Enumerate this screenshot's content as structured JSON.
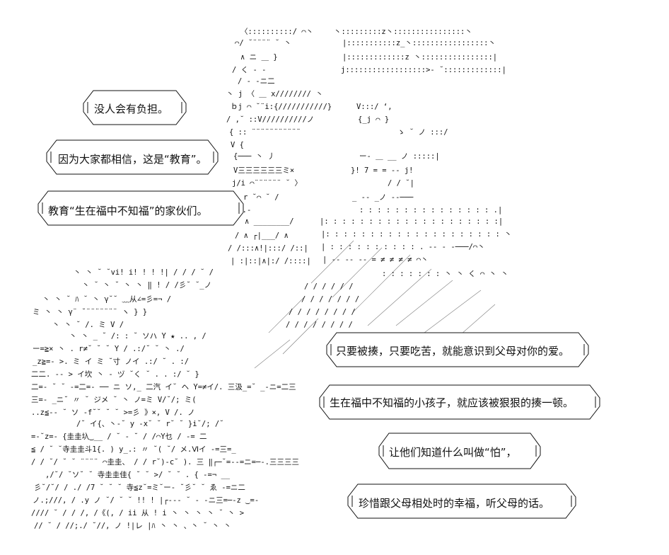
{
  "colors": {
    "ink": "#111111",
    "background": "#ffffff"
  },
  "bubbles": [
    {
      "id": "b1",
      "text": "没人会有负担。"
    },
    {
      "id": "b2",
      "text": "因为大家都相信，这是“教育”。"
    },
    {
      "id": "b3",
      "text": "教育“生在福中不知福”的家伙们。"
    },
    {
      "id": "b4",
      "text": "只要被揍，只要吃苦，就能意识到父母对你的爱。"
    },
    {
      "id": "b5",
      "text": "生在福中不知福的小孩子，就应该被狠狠的揍一顿。"
    },
    {
      "id": "b6",
      "text": "让他们知道什么叫做“怕”，"
    },
    {
      "id": "b7",
      "text": "珍惜跟父母相处时的幸福，听父母的话。"
    }
  ],
  "art_fragments": [
    {
      "text": "〈::::::::::/ ⌒丶"
    },
    {
      "text": "丶:::::::::z丶::::::::::::::::丶"
    },
    {
      "text": "⌒/ ˘¨¨¨¨ ˘ 丶"
    },
    {
      "text": "|:::::::::::z_丶:::::::::::::::::丶"
    },
    {
      "text": "∧  ニ   ＿ }"
    },
    {
      "text": "|:::::::::::::z  丶::::::::::::::::|"
    },
    {
      "text": "/ く   ‐  -"
    },
    {
      "text": "j::::::::::::::::::>- ˘:::::::::::::|"
    },
    {
      "text": "/     ‐ -ニ二"
    },
    {
      "text": "丶 j  〈 ＿ x//////// 丶"
    },
    {
      "text": "ｂj ⌒ ˘¨i:{///////////}"
    },
    {
      "text": "V:::/         ‘,"
    },
    {
      "text": "/ ,˘  ::V//////////ノ"
    },
    {
      "text": "{_j      ⌒ }"
    },
    {
      "text": "{   ::   ¨¨¨¨¨¨¨¨¨¨¨"
    },
    {
      "text": "ゝ ˘ ノ :::/"
    },
    {
      "text": "V    {"
    },
    {
      "text": "{─── 丶 丿"
    },
    {
      "text": "ー‐ ＿ __ ノ :::::|"
    },
    {
      "text": "V三三三三三三ミ×"
    },
    {
      "text": "}!     7 = = -‐  j!"
    },
    {
      "text": "j/i   ⌒¨¨¨¨¨¨ ˘ 〉"
    },
    {
      "text": "/    /  ˘|"
    },
    {
      "text": "r  ˘⌒ ˘           /"
    },
    {
      "text": "_  -‐ _ノ   -‐───"
    },
    {
      "text": "|                  .‐"
    },
    {
      "text": ": : : : : : : : : : : : : : : .|"
    },
    {
      "text": "∧   ________/"
    },
    {
      "text": "|: : : : : : : : : : : : : : : : : : : :|"
    },
    {
      "text": "/  ∧    ┌|___/   ∧"
    },
    {
      "text": "|: : : : : : : : : : : : : : : : : : : : 丶"
    },
    {
      "text": "/  /:::∧!|:::/  /::|"
    },
    {
      "text": "| : : : : : : : : : : .  -‐ -        -───/⌒丶"
    },
    {
      "text": "| :|::|∧|:/  /::::|"
    },
    {
      "text": "|   ‐‐  -‐  -‐ = ≠ ≠ ≠ ≠ ⌒丶"
    },
    {
      "text": "丶 丶  ˘ ˘vi! i! ! ! !| / / / ˘ /"
    },
    {
      "text": ": : : : : : : 丶 丶 く ⌒ 丶  丶"
    },
    {
      "text": "丶 ˘ 丶  ˘ 丶 丶 ‖   ! / /彡˘ ˘_ノ"
    },
    {
      "text": "/  /  /  /  / /"
    },
    {
      "text": "丶 丶 ˘ ﾊ  ˘ 丶 γ˘˘ ﹏从∠=彡=¬ /"
    },
    {
      "text": "/ /  / /  / / /"
    },
    {
      "text": "ミ 丶 丶    γ¨  ˘¨¨¨¨¨¨¨ ヽ  } }"
    },
    {
      "text": "/ /  / /  / / / /"
    },
    {
      "text": "丶  丶  ˘  /. ミ    V  /"
    },
    {
      "text": "/ /  / /  / / / /"
    },
    {
      "text": "丶 丶  _ ˘ /: : ˘ ソハ    Y ★ ..  ,  /"
    },
    {
      "text": "ー=≧×  丶 .   r≠˘  ˘ ˘ Y      /    .:/˘ ˘ 丶 ./"
    },
    {
      "text": "_z≧=-  >.   ミ イ ミ   ˘寸 ノイ    .:/  ˘  .  :/"
    },
    {
      "text": "二二.  -‐   > イ坎 丶 ‐ ヅ  ˘く ˘ . . :/   ˘  }"
    },
    {
      "text": "二=‐ ˘ ˘ ‐=二=‐ ── ニ  ソ,_ 二汽 イ˘  ヘ Y=≠イ/.     三汲_=˘ _-ニ=二三"
    },
    {
      "text": "三=‐  _ニ˘ 〃 ˘ ジメ ˘ 丶 ノ=ミ   V/˘/;     ミ("
    },
    {
      "text": "..z≦-‐ ˘ ソ -f˘˘ ˘  ˘ >=彡  》×, V /.        ノ"
    },
    {
      "text": "/˘ イ{、丶‐˘ y  ‐x˘ ˘ r˘ ˘ }i˘/;    /˘"
    },
    {
      "text": "=-˘z=-  {圭圭圦‿__ / ˘  ‐ ˘ /  /⌒Y乜 /     -= 二"
    },
    {
      "text": "≦ / ˘    ˘寺圭圭斗1{. ) y_.: 〃 ˘( ˘/ メ.Ⅵイ    -=三=_"
    },
    {
      "text": "/ / ˘/ ˘    ˘ ¨¨¨¨ ⌒圭圭、 / / r˘)‐c˘ ). 三 ‖┌─˘=-‐=ニ=─-.三三三三"
    },
    {
      "text": ",/˘/  ˘ソ˘      ˘ 寺圭圭佳{ ˘ ˘ >/ ˘ ˘ . {  -=¬  __"
    },
    {
      "text": "彡˘/˘/   /   ./   /7 ˘ ˘ ˘ 寺≦z˘=ミ˘ー‐ ˘彡˘  ˘  ゑ    -=ニ二"
    },
    {
      "text": "ノ.;///, /    .y  ノ   ˘/  ˘ ˘ !! ! |┌‐‐‐ ˘ ‐ -ニ三=─-z ‿=-"
    },
    {
      "text": "//// ˘    / / /,  /《(,  /   ii  从 !  i   丶 丶 丶  丶 ˘  丶 >"
    },
    {
      "text": "// ˘     / //;./   ˘//,   ノ !|レ  |ﾊ 丶 丶 、丶 ˘ 丶   丶"
    }
  ]
}
